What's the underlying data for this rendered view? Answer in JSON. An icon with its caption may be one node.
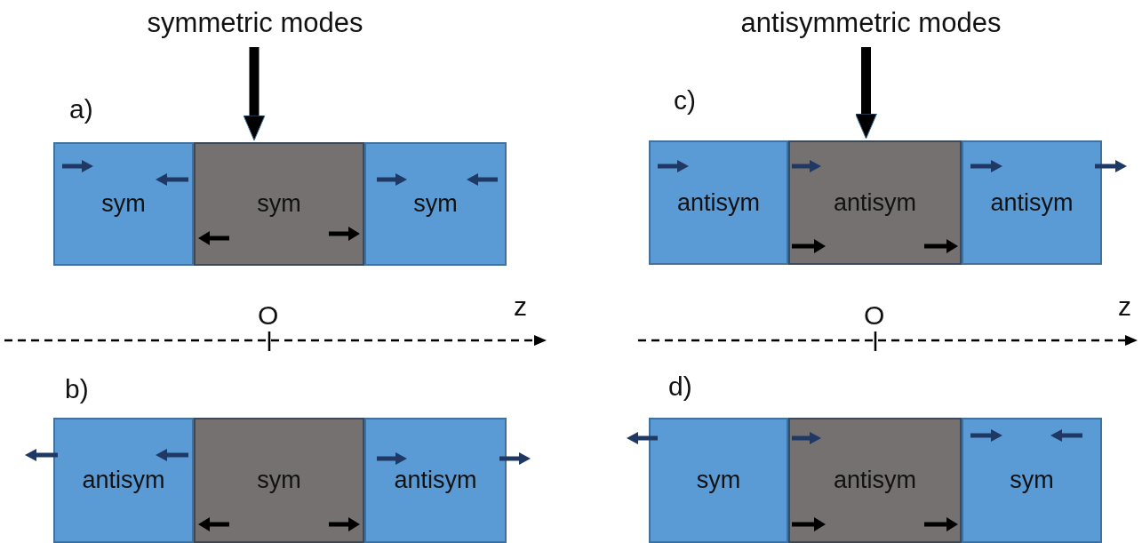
{
  "diagram": {
    "nodes": [
      {
        "text": [
          "symmetric modes"
        ]
      },
      {
        "text": [
          "antisymmetric modes"
        ]
      },
      {
        "text": [
          "sym"
        ]
      },
      {
        "text": [
          "sym"
        ]
      },
      {
        "text": [
          "sym"
        ]
      },
      {
        "text": [
          "antisym"
        ]
      },
      {
        "text": [
          "antisym"
        ]
      },
      {
        "text": [
          "antisym"
        ]
      },
      {
        "text": [
          "antisym"
        ]
      },
      {
        "text": [
          "sym"
        ]
      },
      {
        "text": [
          "antisym"
        ]
      },
      {
        "text": [
          "sym"
        ]
      },
      {
        "text": [
          "antisym"
        ]
      },
      {
        "text": [
          "sym"
        ]
      }
    ],
    "edges": [
      {
        "from": 0,
        "to": 3,
        "arrow": "to"
      },
      {
        "from": 1,
        "to": 6,
        "arrow": "to"
      }
    ],
    "labels": [
      "a)",
      "c)",
      "O",
      "z",
      "O",
      "z",
      "b)",
      "d)"
    ]
  }
}
